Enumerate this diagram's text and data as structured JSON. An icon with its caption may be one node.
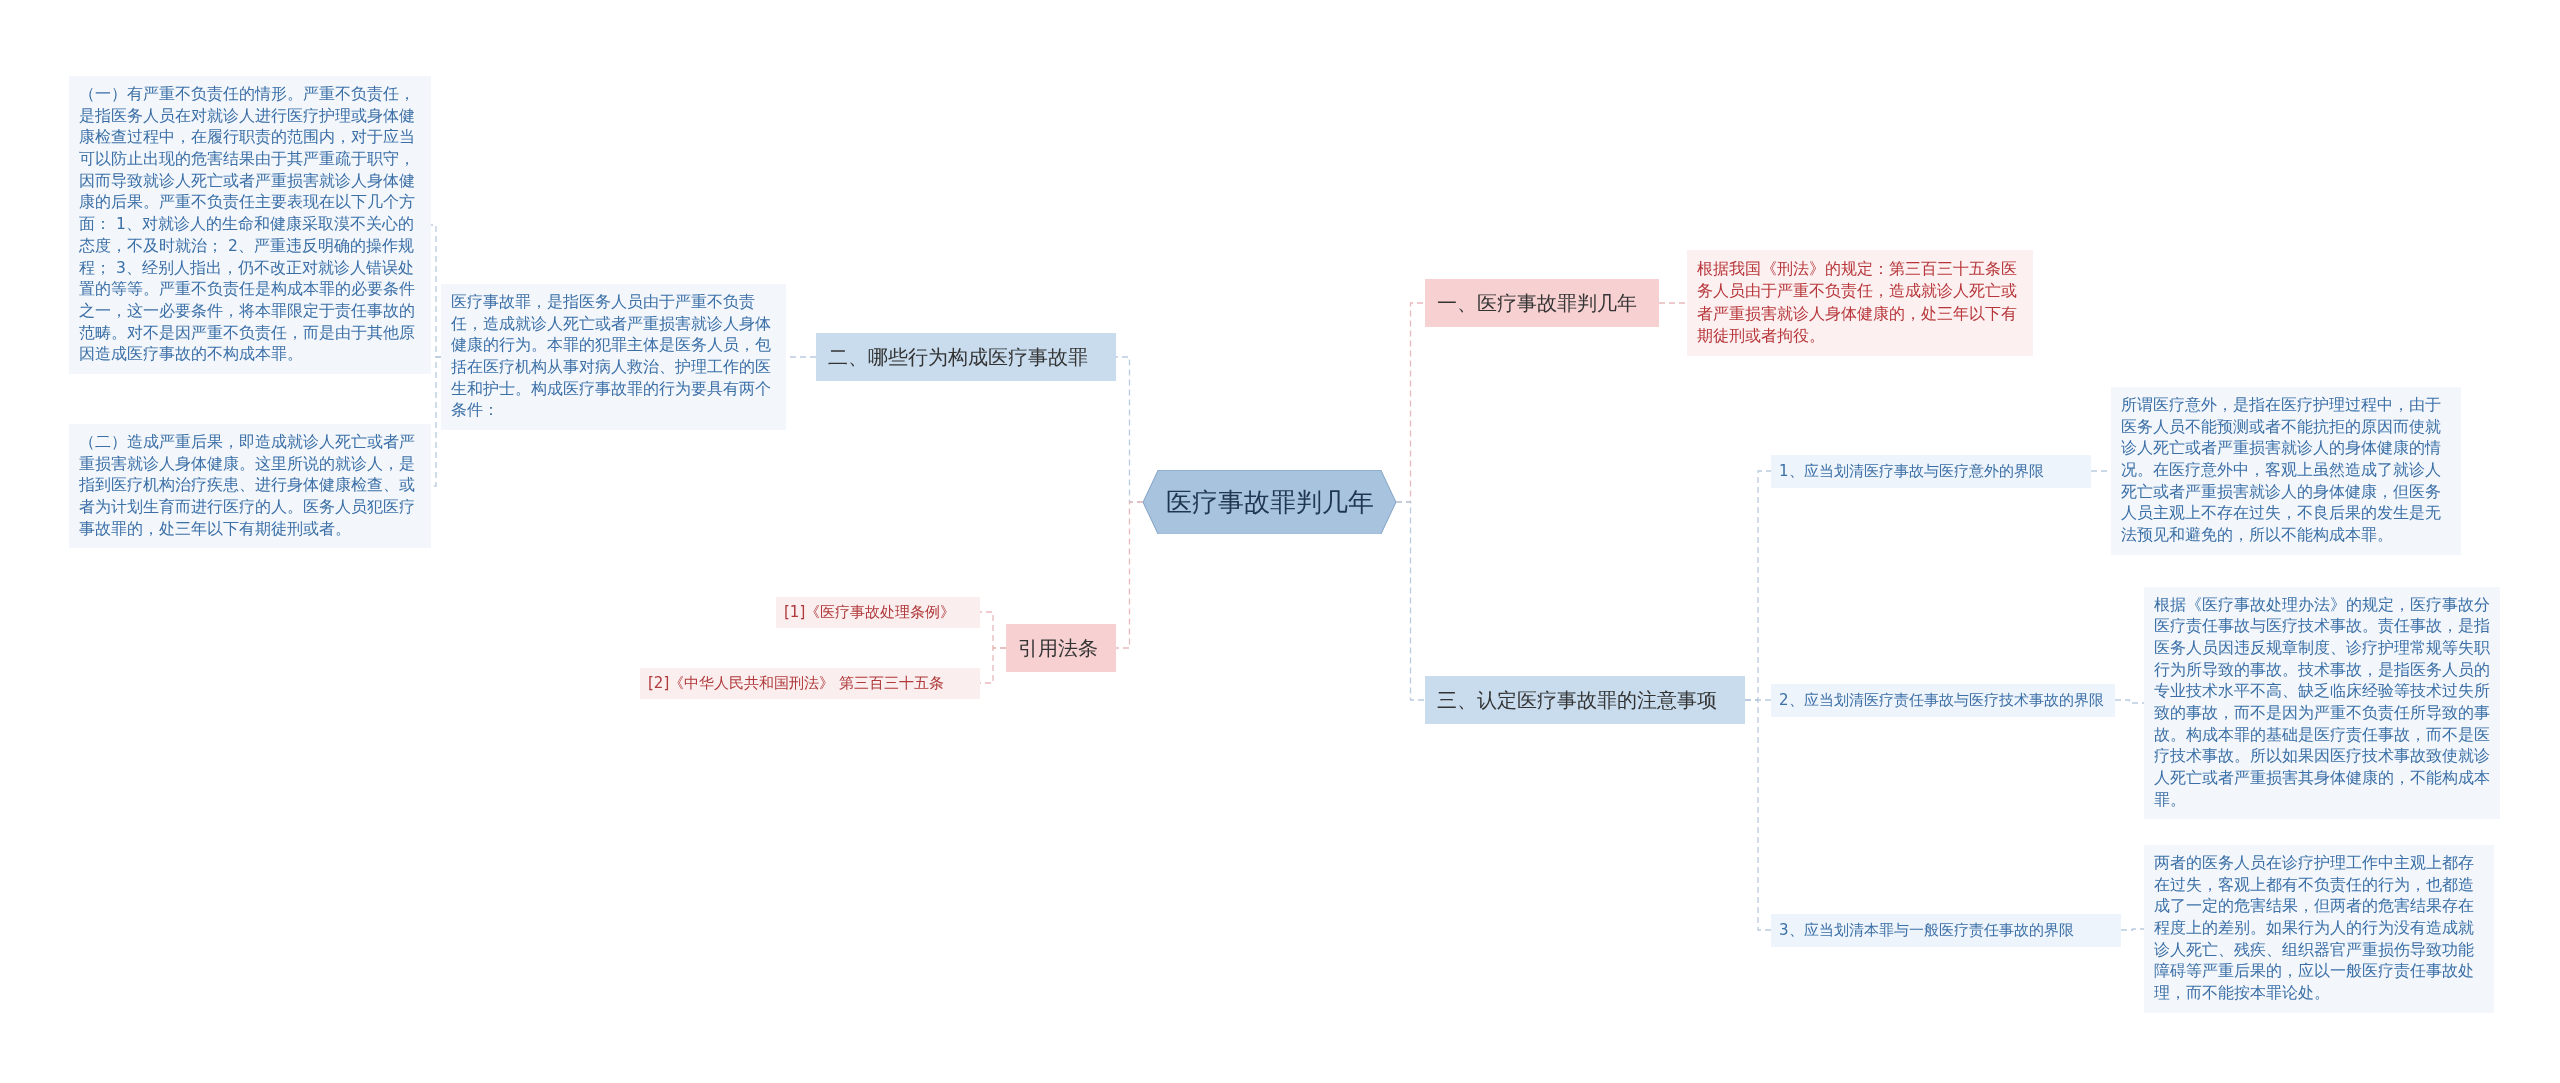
{
  "diagram": {
    "nodes": [
      {
        "text": [
          "医疗事故罪判几年"
        ]
      },
      {
        "text": [
          "一、医疗事故罪判几年"
        ]
      },
      {
        "text": [
          "根据我国《刑法》的规定：第三百三十五条医务人员由于严重不负责任，造成就诊人死亡或者严重损害就诊人身体健康的，处三年以下有期徒刑或者拘役。"
        ]
      },
      {
        "text": [
          "三、认定医疗事故罪的注意事项"
        ]
      },
      {
        "text": [
          "1、应当划清医疗事故与医疗意外的界限"
        ]
      },
      {
        "text": [
          "所谓医疗意外，是指在医疗护理过程中，由于医务人员不能预测或者不能抗拒的原因而使就诊人死亡或者严重损害就诊人的身体健康的情况。在医疗意外中，客观上虽然造成了就诊人死亡或者严重损害就诊人的身体健康，但医务人员主观上不存在过失，不良后果的发生是无法预见和避免的，所以不能构成本罪。"
        ]
      },
      {
        "text": [
          "2、应当划清医疗责任事故与医疗技术事故的界限"
        ]
      },
      {
        "text": [
          "根据《医疗事故处理办法》的规定，医疗事故分医疗责任事故与医疗技术事故。责任事故，是指医务人员因违反规章制度、诊疗护理常规等失职行为所导致的事故。技术事故，是指医务人员的专业技术水平不高、缺乏临床经验等技术过失所致的事故，而不是因为严重不负责任所导致的事故。构成本罪的基础是医疗责任事故，而不是医疗技术事故。所以如果因医疗技术事故致使就诊人死亡或者严重损害其身体健康的，不能构成本罪。"
        ]
      },
      {
        "text": [
          "3、应当划清本罪与一般医疗责任事故的界限"
        ]
      },
      {
        "text": [
          "两者的医务人员在诊疗护理工作中主观上都存在过失，客观上都有不负责任的行为，也都造成了一定的危害结果，但两者的危害结果存在程度上的差别。如果行为人的行为没有造成就诊人死亡、残疾、组织器官严重损伤导致功能障碍等严重后果的，应以一般医疗责任事故处理，而不能按本罪论处。"
        ]
      },
      {
        "text": [
          "二、哪些行为构成医疗事故罪"
        ]
      },
      {
        "text": [
          "医疗事故罪，是指医务人员由于严重不负责任，造成就诊人死亡或者严重损害就诊人身体健康的行为。本罪的犯罪主体是医务人员，包括在医疗机构从事对病人救治、护理工作的医生和护士。构成医疗事故罪的行为要具有两个条件："
        ]
      },
      {
        "text": [
          "（一）有严重不负责任的情形。严重不负责任，是指医务人员在对就诊人进行医疗护理或身体健康检查过程中，在履行职责的范围内，对于应当可以防止出现的危害结果由于其严重疏于职守，因而导致就诊人死亡或者严重损害就诊人身体健康的后果。严重不负责任主要表现在以下几个方面： 1、对就诊人的生命和健康采取漠不关心的态度，不及时就治； 2、严重违反明确的操作规程； 3、经别人指出，仍不改正对就诊人错误处置的等等。严重不负责任是构成本罪的必要条件之一，这一必要条件，将本罪限定于责任事故的范畴。对不是因严重不负责任，而是由于其他原因造成医疗事故的不构成本罪。"
        ]
      },
      {
        "text": [
          "（二）造成严重后果，即造成就诊人死亡或者严重损害就诊人身体健康。这里所说的就诊人，是指到医疗机构治疗疾患、进行身体健康检查、或者为计划生育而进行医疗的人。医务人员犯医疗事故罪的，处三年以下有期徒刑或者。"
        ]
      },
      {
        "text": [
          "引用法条"
        ]
      },
      {
        "text": [
          "[1]《医疗事故处理条例》"
        ]
      },
      {
        "text": [
          "[2]《中华人民共和国刑法》 第三百三十五条"
        ]
      }
    ],
    "edges": [
      {
        "from": 0,
        "to": 1,
        "arrow": "none",
        "color": "#e9b9bc"
      },
      {
        "from": 1,
        "to": 2,
        "arrow": "none",
        "color": "#e9b9bc"
      },
      {
        "from": 0,
        "to": 3,
        "arrow": "none"
      },
      {
        "from": 3,
        "to": 4,
        "arrow": "none"
      },
      {
        "from": 4,
        "to": 5,
        "arrow": "none"
      },
      {
        "from": 3,
        "to": 6,
        "arrow": "none"
      },
      {
        "from": 6,
        "to": 7,
        "arrow": "none"
      },
      {
        "from": 3,
        "to": 8,
        "arrow": "none"
      },
      {
        "from": 8,
        "to": 9,
        "arrow": "none"
      },
      {
        "from": 0,
        "to": 10,
        "arrow": "none"
      },
      {
        "from": 10,
        "to": 11,
        "arrow": "none"
      },
      {
        "from": 11,
        "to": 12,
        "arrow": "none"
      },
      {
        "from": 11,
        "to": 13,
        "arrow": "none"
      },
      {
        "from": 0,
        "to": 14,
        "arrow": "none",
        "color": "#e9b9bc"
      },
      {
        "from": 14,
        "to": 15,
        "arrow": "none",
        "color": "#e9b9bc"
      },
      {
        "from": 14,
        "to": 16,
        "arrow": "none",
        "color": "#e9b9bc"
      }
    ]
  }
}
